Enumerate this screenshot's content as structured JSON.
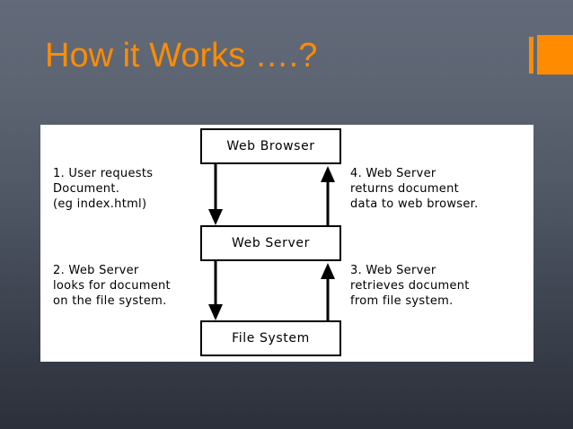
{
  "slide": {
    "title": "How it Works ….?",
    "accent_color": "#ff8c00",
    "background_top_color": "#636b7a",
    "background_bottom_color": "#2b303a"
  },
  "diagram": {
    "panel_background": "#ffffff",
    "nodes": [
      {
        "id": "web-browser",
        "label": "Web Browser"
      },
      {
        "id": "web-server",
        "label": "Web Server"
      },
      {
        "id": "file-system",
        "label": "File System"
      }
    ],
    "annotations": [
      {
        "id": "step-1",
        "text": "1. User requests\nDocument.\n(eg index.html)"
      },
      {
        "id": "step-4",
        "text": "4. Web Server\nreturns document\ndata to web browser."
      },
      {
        "id": "step-2",
        "text": "2. Web Server\nlooks for document\non the file system."
      },
      {
        "id": "step-3",
        "text": "3. Web Server\nretrieves document\nfrom file system."
      }
    ],
    "arrows": [
      {
        "id": "browser-to-server",
        "from": "web-browser",
        "to": "web-server",
        "direction": "down"
      },
      {
        "id": "server-to-browser",
        "from": "web-server",
        "to": "web-browser",
        "direction": "up"
      },
      {
        "id": "server-to-fs",
        "from": "web-server",
        "to": "file-system",
        "direction": "down"
      },
      {
        "id": "fs-to-server",
        "from": "file-system",
        "to": "web-server",
        "direction": "up"
      }
    ]
  }
}
